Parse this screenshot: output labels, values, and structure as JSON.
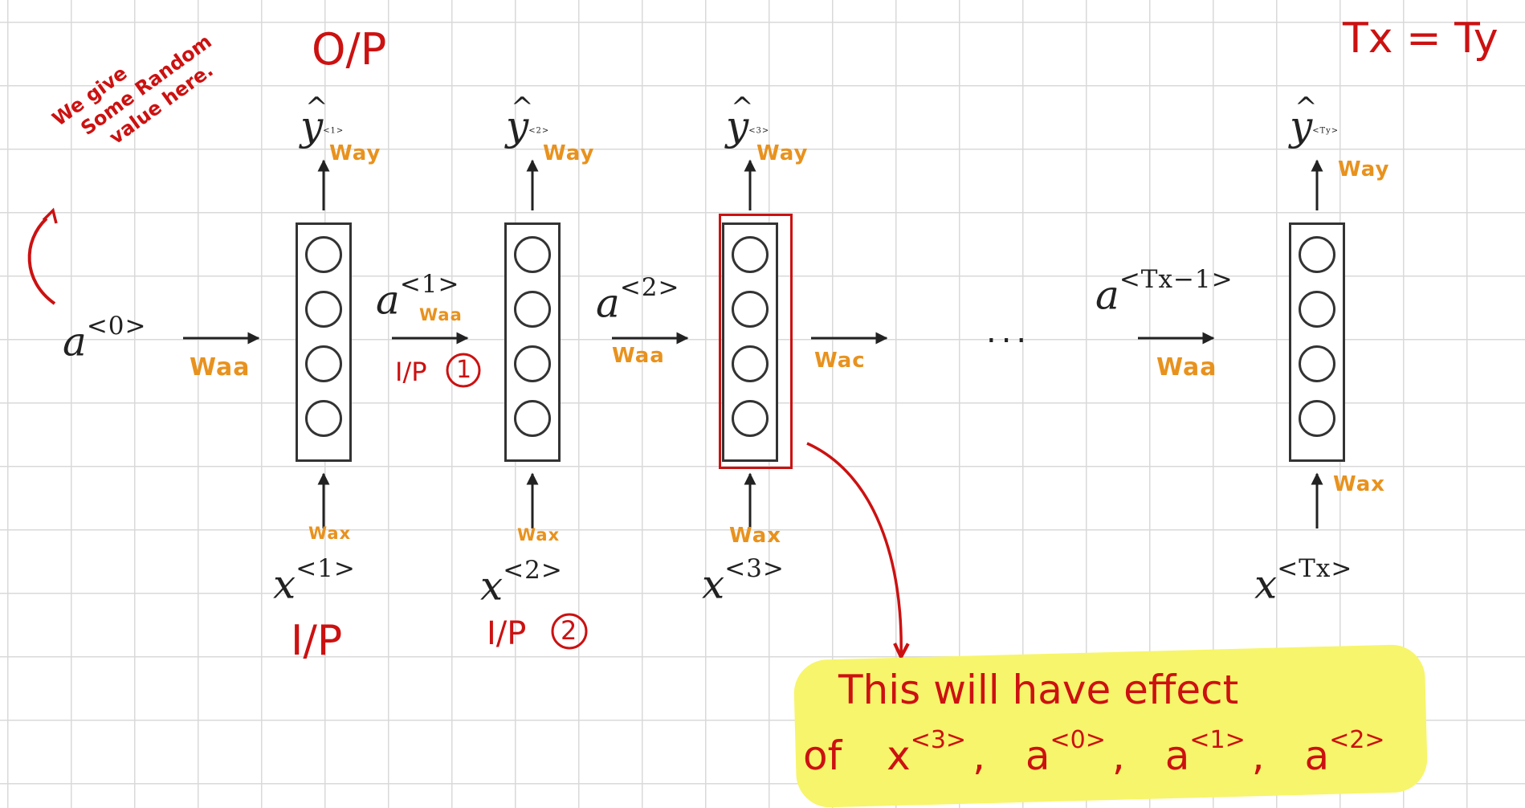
{
  "header": {
    "output_label": "O/P",
    "length_equation": "Tx = Ty"
  },
  "initial_state": {
    "symbol": "a",
    "superscript": "<0>",
    "weight": "Waa",
    "note_lines": [
      "We give",
      "Some Random",
      "value here."
    ]
  },
  "cells": [
    {
      "output": {
        "symbol": "y",
        "superscript": "<1>"
      },
      "output_weight": "Way",
      "input": {
        "symbol": "x",
        "superscript": "<1>"
      },
      "input_weight": "Wax",
      "input_note": "I/P"
    },
    {
      "output": {
        "symbol": "y",
        "superscript": "<2>"
      },
      "output_weight": "Way",
      "input": {
        "symbol": "x",
        "superscript": "<2>"
      },
      "input_weight": "Wax",
      "input_note": "I/P",
      "input_note_number": "2"
    },
    {
      "output": {
        "symbol": "y",
        "superscript": "<3>"
      },
      "output_weight": "Way",
      "input": {
        "symbol": "x",
        "superscript": "<3>"
      },
      "input_weight": "Wax"
    },
    {
      "output": {
        "symbol": "y",
        "superscript": "<Ty>"
      },
      "output_weight": "Way",
      "input": {
        "symbol": "x",
        "superscript": "<Tx>"
      },
      "input_weight": "Wax"
    }
  ],
  "transitions": [
    {
      "symbol": "a",
      "superscript": "<1>",
      "weight": "Waa",
      "note": "I/P",
      "note_number": "1"
    },
    {
      "symbol": "a",
      "superscript": "<2>",
      "weight": "Waa"
    },
    {
      "weight": "Wac"
    },
    {
      "symbol": "a",
      "superscript": "<Tx−1>",
      "weight": "Waa"
    }
  ],
  "ellipsis": "...",
  "annotation": {
    "line1": "This will have effect",
    "line2_prefix": "of",
    "terms": [
      {
        "symbol": "x",
        "superscript": "<3>"
      },
      {
        "symbol": "a",
        "superscript": "<0>"
      },
      {
        "symbol": "a",
        "superscript": "<1>"
      },
      {
        "symbol": "a",
        "superscript": "<2>"
      }
    ],
    "separator": ","
  },
  "colors": {
    "ink": "#222222",
    "weight_label": "#e8921e",
    "handwriting": "#cc1111",
    "highlighter": "#f7f56b",
    "grid": "#d9d9d9"
  }
}
